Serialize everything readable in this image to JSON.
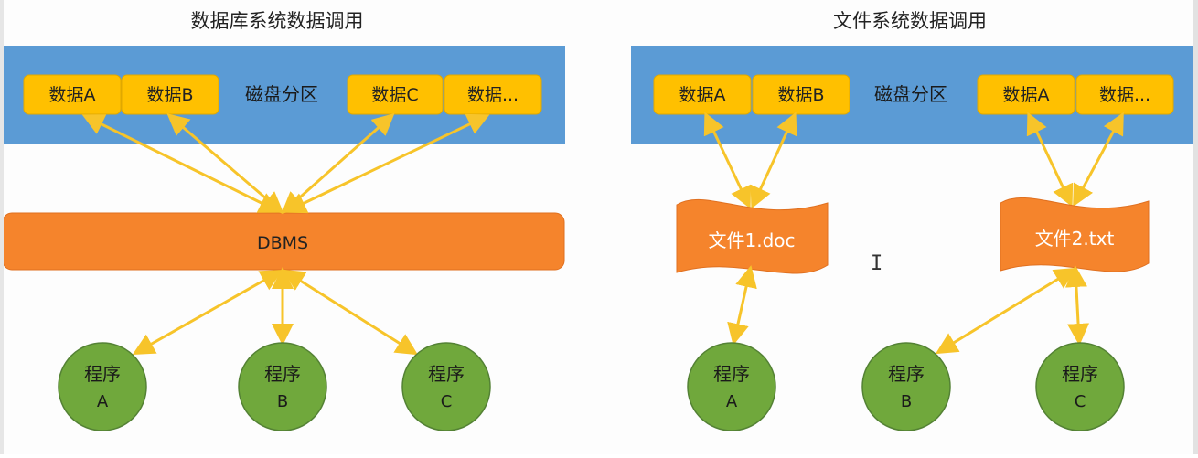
{
  "colors": {
    "partition": "#5b9bd5",
    "data_box": "#ffc000",
    "data_box_border": "#e0a800",
    "dbms": "#f5842c",
    "file": "#f5842c",
    "program": "#70a83c",
    "program_border": "#548235",
    "arrow": "#f7c42a",
    "text": "#222222"
  },
  "left": {
    "title": "数据库系统数据调用",
    "partition_label": "磁盘分区",
    "data_boxes": [
      "数据A",
      "数据B",
      "数据C",
      "数据..."
    ],
    "dbms_label": "DBMS",
    "programs": [
      {
        "line1": "程序",
        "line2": "A"
      },
      {
        "line1": "程序",
        "line2": "B"
      },
      {
        "line1": "程序",
        "line2": "C"
      }
    ]
  },
  "right": {
    "title": "文件系统数据调用",
    "partition_label": "磁盘分区",
    "data_boxes": [
      "数据A",
      "数据B",
      "数据A",
      "数据..."
    ],
    "files": [
      "文件1.doc",
      "文件2.txt"
    ],
    "programs": [
      {
        "line1": "程序",
        "line2": "A"
      },
      {
        "line1": "程序",
        "line2": "B"
      },
      {
        "line1": "程序",
        "line2": "C"
      }
    ]
  },
  "cursor_glyph": "I"
}
